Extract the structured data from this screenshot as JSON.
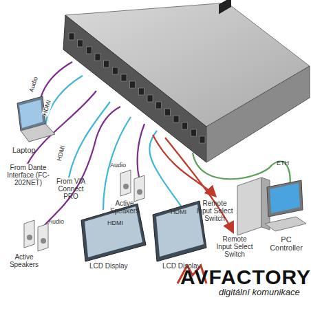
{
  "diagram": {
    "labels": [
      "Audio",
      "HDMI",
      "Laptop",
      "From Dante Interface (FC-202NET)",
      "HDMI",
      "From VIA Connect PRO",
      "Audio",
      "Active Speakers",
      "Remote Input Select Switch",
      "ETH",
      "HDMI",
      "Remote Input Select Switch",
      "Audio",
      "Active Speakers",
      "HDMI",
      "PC Controller",
      "LCD Display",
      "LCD Display",
      "AVFACTORY",
      "digitální komunikace"
    ]
  }
}
